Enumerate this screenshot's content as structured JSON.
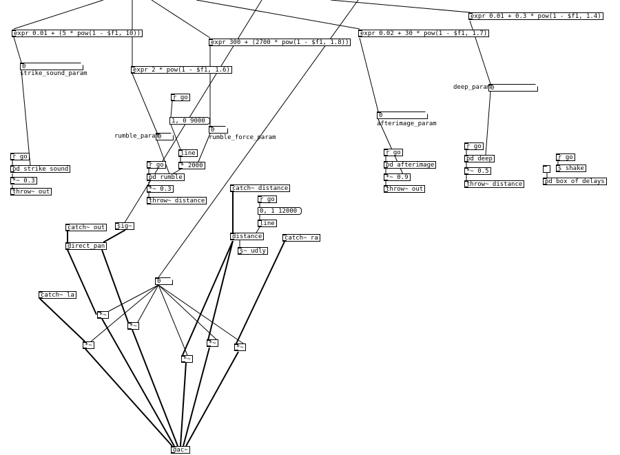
{
  "objects": {
    "expr_strike": "expr 0.01 + (5 * pow(1 - $f1, 10))",
    "expr_rumble": "expr 2 * pow(1 - $f1, 1.6)",
    "expr_force": "expr 300 + (2700 * pow(1 - $f1, 1.8))",
    "expr_afterimage": "expr 0.02 + 30 * pow(1 - $f1, 1.7)",
    "expr_deep": "expr 0.01 + 0.3 * pow(1 - $f1, 1.4)",
    "rgo_strike": "r go",
    "pd_strike": "pd strike sound",
    "mul_strike": "*~ 0.3",
    "throw_strike": "throw~ out",
    "rgo_rumble_env": "r go",
    "line_rumble": "line",
    "mul_2000": "* 2000",
    "rgo_rumble": "r go",
    "pd_rumble": "pd rumble",
    "mul_rumble": "*~ 0.3",
    "throw_rumble": "throw~ distance",
    "rgo_after": "r go",
    "pd_after": "pd afterimage",
    "mul_after": "*~ 0.9",
    "throw_after": "throw~ out",
    "rgo_deep": "r go",
    "pd_deep": "pd deep",
    "mul_deep": "*~ 0.5",
    "throw_deep": "throw~ distance",
    "rgo_shake": "r go",
    "s_shake": "s shake",
    "pd_box_delays": "pd box of delays",
    "catch_distance": "catch~ distance",
    "rgo_distance": "r go",
    "line_distance": "line",
    "distance": "distance",
    "s_udly": "s~ udly",
    "catch_out": "catch~ out",
    "sig": "sig~",
    "direct_pan": "direct_pan",
    "catch_ra": "catch~ ra",
    "catch_la": "catch~ la",
    "mul_a": "*~",
    "mul_b": "*~",
    "mul_c": "*~",
    "mul_d": "*~",
    "mul_e": "*~",
    "mul_f": "*~",
    "dac": "dac~"
  },
  "messages": {
    "msg_rumble": "1, 0 9000",
    "msg_distance": "0, 1 12000"
  },
  "numbers": {
    "num_strike": "0",
    "num_rumble": "0",
    "num_force": "0",
    "num_afterimage": "0",
    "num_deep": "0",
    "num_master": "0"
  },
  "labels": {
    "strike_sound_param": "strike_sound_param",
    "rumble_param": "rumble_param",
    "rumble_force_param": "rumble_force_param",
    "afterimage_param": "afterimage_param",
    "deep_param": "deep_param"
  }
}
